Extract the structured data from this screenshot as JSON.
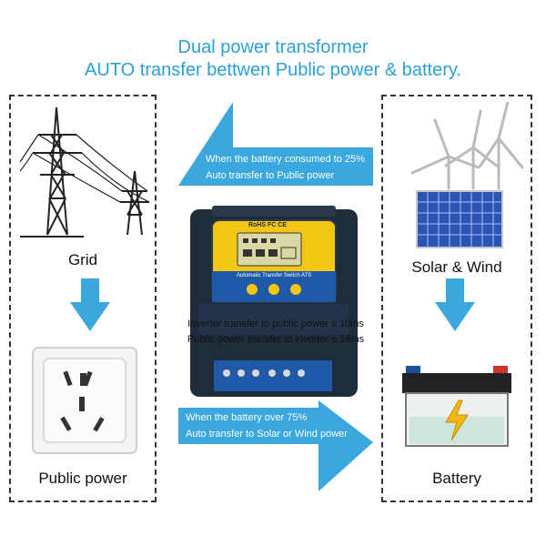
{
  "header": {
    "title": "Dual power transformer",
    "subtitle": "AUTO transfer bettwen  Public power & battery."
  },
  "left_panel": {
    "top_label": "Grid",
    "bottom_label": "Public power"
  },
  "right_panel": {
    "top_label": "Solar & Wind",
    "bottom_label": "Battery"
  },
  "top_arrow": {
    "line1": "When the battery consumed to 25%",
    "line2": "Auto transfer to Public power"
  },
  "bottom_arrow": {
    "line1": "When the battery over 75%",
    "line2": "Auto transfer to Solar or Wind power"
  },
  "device": {
    "cert_text": "RoHS FC CE",
    "name_text": "Automatic Transfer Switch ATS",
    "transfer_line1": "Inverter transfer to public power ≤ 10ms",
    "transfer_line2": "Public power transfer to inverter ≤ 16ms"
  },
  "colors": {
    "accent": "#2aa0d8",
    "arrow": "#3aa7de",
    "device_dark": "#1f2c3c",
    "device_yellow": "#f3c515",
    "device_blue": "#1e5aa8"
  }
}
